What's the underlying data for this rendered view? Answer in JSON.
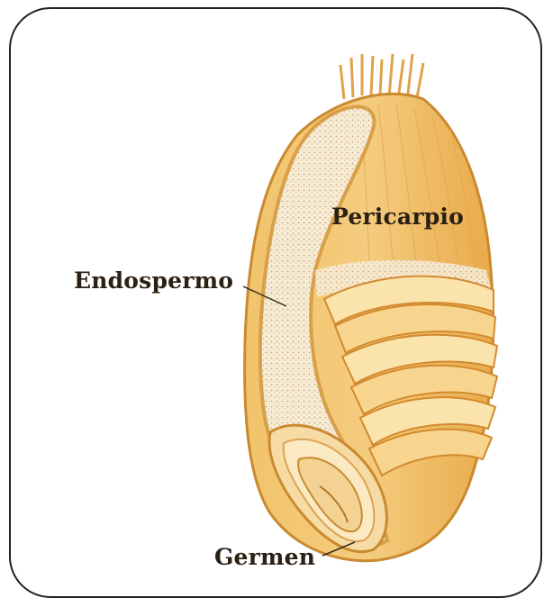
{
  "labels": {
    "pericarpio": "Pericarpio",
    "endospermo": "Endospermo",
    "germen": "Germen"
  },
  "colors": {
    "outline": "#222222",
    "husk_light": "#f4c978",
    "husk_mid": "#eab155",
    "husk_dark": "#d99a3a",
    "endosperm": "#f6ead2",
    "layer_light": "#fbe6b4"
  }
}
